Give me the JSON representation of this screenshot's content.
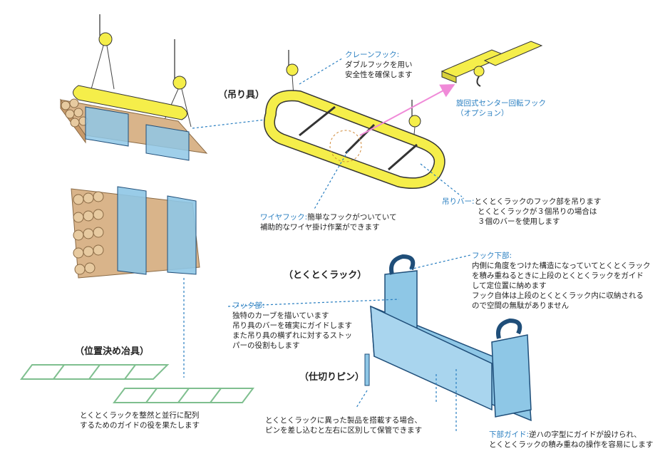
{
  "captions": {
    "lifting_tool": "（吊り具）",
    "rack": "（とくとくラック）",
    "positioning_jig": "（位置決め冶具）",
    "divider_pin": "（仕切りピン）"
  },
  "callouts": {
    "crane_hook": {
      "title": "クレーンフック:",
      "lines": [
        "ダブルフックを用い",
        "安全性を確保します"
      ]
    },
    "swivel_hook": {
      "title": "旋回式センター回転フック",
      "subtitle": "（オプション）"
    },
    "wire_hook": {
      "title": "ワイヤフック:",
      "text": "簡単なフックがついていて",
      "lines": [
        "補助的なワイヤ掛け作業ができます"
      ]
    },
    "lifting_bar": {
      "title": "吊りバー:",
      "text": "とくとくラックのフック部を吊ります",
      "lines": [
        "とくとくラックが３個吊りの場合は",
        "３個のバーを使用します"
      ]
    },
    "hook_lower": {
      "title": "フック下部:",
      "lines": [
        "内側に角度をつけた構造になっていてとくとくラック",
        "を積み重ねるときに上段のとくとくラックをガイド",
        "して定位置に納めます",
        "フック自体は上段のとくとくラック内に収納される",
        "ので空間の無駄がありません"
      ]
    },
    "hook_part": {
      "title": "フック部:",
      "lines": [
        "独特のカーブを描いています",
        "吊り具のバーを確実にガイドします",
        "また吊り具の横ずれに対するストッ",
        "パーの役割もします"
      ]
    },
    "jig": {
      "lines": [
        "とくとくラックを整然と並行に配列",
        "するためのガイドの役を果たします"
      ]
    },
    "pin": {
      "lines": [
        "とくとくラックに異った製品を搭載する場合、",
        "ピンを差し込むと左右に区別して保管できます"
      ]
    },
    "lower_guide": {
      "title": "下部ガイド:",
      "text": "逆ハの字型にガイドが設けられ、",
      "lines": [
        "とくとくラックの積み重ねの操作を容易にします"
      ]
    }
  },
  "colors": {
    "yellow": "#f5ee4a",
    "rack_blue": "#8ec7e6",
    "rack_edge": "#1f4e79",
    "pipe": "#d9b48a",
    "label_blue": "#2a7fc1",
    "arrow_pink": "#f08ad8",
    "jig_green": "#7fbf8f"
  }
}
